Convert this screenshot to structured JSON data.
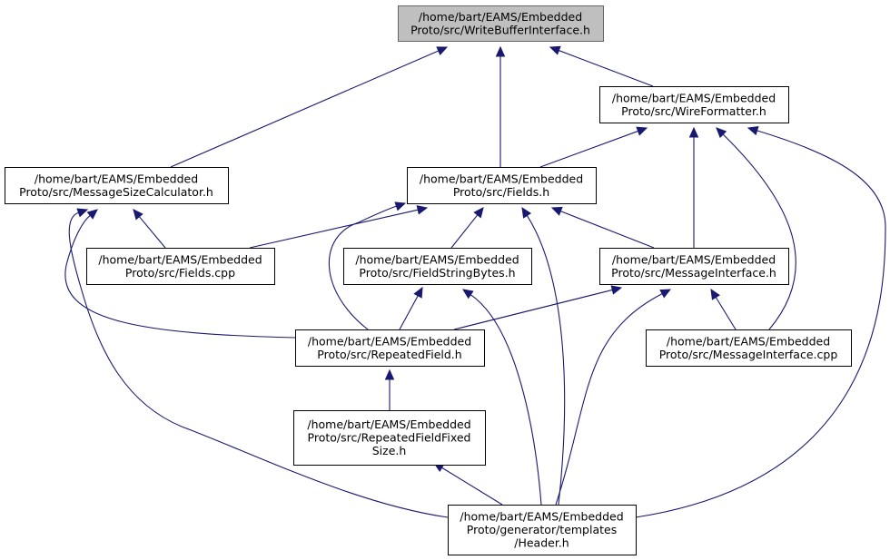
{
  "graph": {
    "nodes": {
      "root": {
        "lines": [
          "/home/bart/EAMS/Embedded",
          "Proto/src/WriteBufferInterface.h"
        ]
      },
      "wire": {
        "lines": [
          "/home/bart/EAMS/Embedded",
          "Proto/src/WireFormatter.h"
        ]
      },
      "msc": {
        "lines": [
          "/home/bart/EAMS/Embedded",
          "Proto/src/MessageSizeCalculator.h"
        ]
      },
      "fieldsh": {
        "lines": [
          "/home/bart/EAMS/Embedded",
          "Proto/src/Fields.h"
        ]
      },
      "fieldscpp": {
        "lines": [
          "/home/bart/EAMS/Embedded",
          "Proto/src/Fields.cpp"
        ]
      },
      "fsb": {
        "lines": [
          "/home/bart/EAMS/Embedded",
          "Proto/src/FieldStringBytes.h"
        ]
      },
      "mih": {
        "lines": [
          "/home/bart/EAMS/Embedded",
          "Proto/src/MessageInterface.h"
        ]
      },
      "rf": {
        "lines": [
          "/home/bart/EAMS/Embedded",
          "Proto/src/RepeatedField.h"
        ]
      },
      "micpp": {
        "lines": [
          "/home/bart/EAMS/Embedded",
          "Proto/src/MessageInterface.cpp"
        ]
      },
      "rffs": {
        "lines": [
          "/home/bart/EAMS/Embedded",
          "Proto/src/RepeatedFieldFixed",
          "Size.h"
        ]
      },
      "header": {
        "lines": [
          "/home/bart/EAMS/Embedded",
          "Proto/generator/templates",
          "/Header.h"
        ]
      }
    },
    "edges": [
      {
        "from": "msc",
        "to": "root"
      },
      {
        "from": "fieldsh",
        "to": "root"
      },
      {
        "from": "wire",
        "to": "root"
      },
      {
        "from": "fieldsh",
        "to": "wire"
      },
      {
        "from": "mih",
        "to": "wire"
      },
      {
        "from": "micpp",
        "to": "wire"
      },
      {
        "from": "header",
        "to": "wire"
      },
      {
        "from": "fieldscpp",
        "to": "msc"
      },
      {
        "from": "rf",
        "to": "msc"
      },
      {
        "from": "header",
        "to": "msc"
      },
      {
        "from": "fieldscpp",
        "to": "fieldsh"
      },
      {
        "from": "fsb",
        "to": "fieldsh"
      },
      {
        "from": "mih",
        "to": "fieldsh"
      },
      {
        "from": "rf",
        "to": "fieldsh"
      },
      {
        "from": "header",
        "to": "fieldsh"
      },
      {
        "from": "rf",
        "to": "fsb"
      },
      {
        "from": "header",
        "to": "fsb"
      },
      {
        "from": "rf",
        "to": "mih"
      },
      {
        "from": "micpp",
        "to": "mih"
      },
      {
        "from": "header",
        "to": "mih"
      },
      {
        "from": "rffs",
        "to": "rf"
      },
      {
        "from": "header",
        "to": "rffs"
      }
    ]
  }
}
